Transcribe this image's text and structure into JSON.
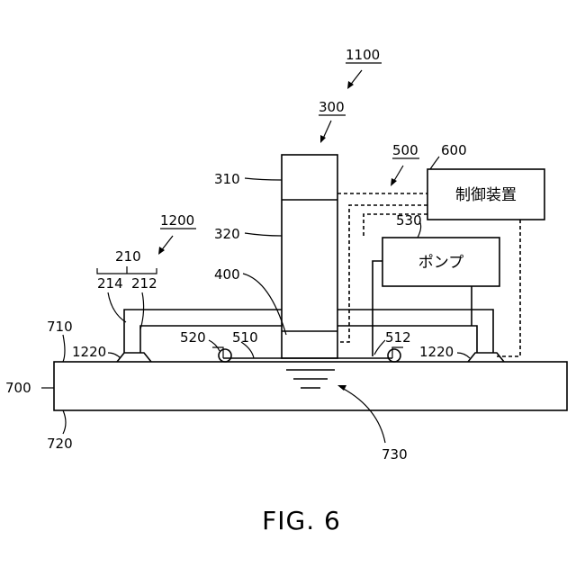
{
  "labels": {
    "ref_1100": "1100",
    "ref_300": "300",
    "ref_310": "310",
    "ref_320": "320",
    "ref_400": "400",
    "ref_500": "500",
    "ref_600": "600",
    "ref_530": "530",
    "ref_1200": "1200",
    "ref_210": "210",
    "ref_214": "214",
    "ref_212": "212",
    "ref_710": "710",
    "ref_1220_left": "1220",
    "ref_1220_right": "1220",
    "ref_520": "520",
    "ref_510": "510",
    "ref_512": "512",
    "ref_700": "700",
    "ref_720": "720",
    "ref_730": "730"
  },
  "boxes": {
    "controller": "制御装置",
    "pump": "ポンプ"
  },
  "caption": "FIG. 6"
}
